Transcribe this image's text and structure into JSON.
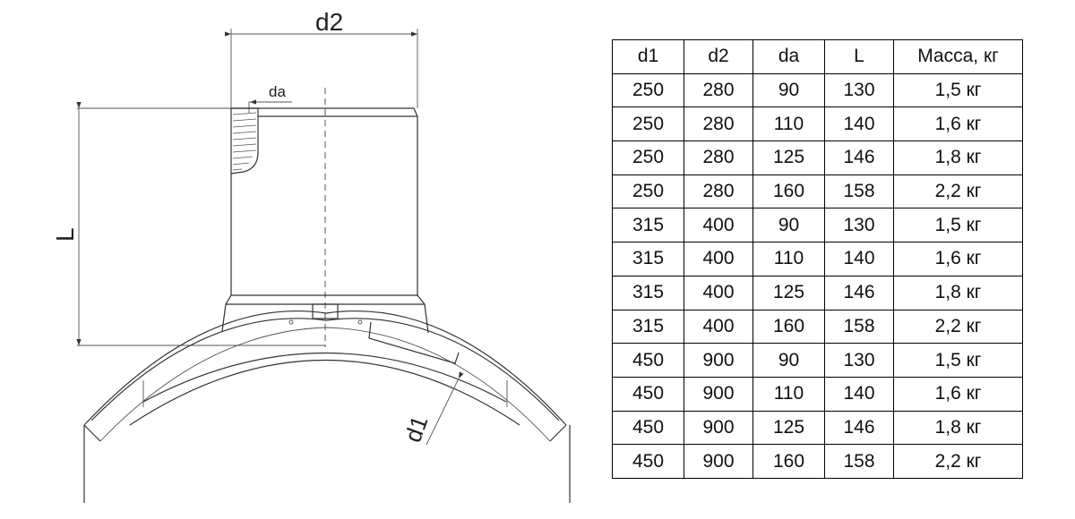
{
  "drawing": {
    "labels": {
      "d2": "d2",
      "da": "da",
      "L": "L",
      "d1": "d1"
    }
  },
  "table": {
    "headers": [
      "d1",
      "d2",
      "da",
      "L",
      "Масса, кг"
    ],
    "rows": [
      [
        "250",
        "280",
        "90",
        "130",
        "1,5 кг"
      ],
      [
        "250",
        "280",
        "110",
        "140",
        "1,6 кг"
      ],
      [
        "250",
        "280",
        "125",
        "146",
        "1,8 кг"
      ],
      [
        "250",
        "280",
        "160",
        "158",
        "2,2 кг"
      ],
      [
        "315",
        "400",
        "90",
        "130",
        "1,5 кг"
      ],
      [
        "315",
        "400",
        "110",
        "140",
        "1,6 кг"
      ],
      [
        "315",
        "400",
        "125",
        "146",
        "1,8 кг"
      ],
      [
        "315",
        "400",
        "160",
        "158",
        "2,2 кг"
      ],
      [
        "450",
        "900",
        "90",
        "130",
        "1,5 кг"
      ],
      [
        "450",
        "900",
        "110",
        "140",
        "1,6 кг"
      ],
      [
        "450",
        "900",
        "125",
        "146",
        "1,8 кг"
      ],
      [
        "450",
        "900",
        "160",
        "158",
        "2,2 кг"
      ]
    ]
  }
}
